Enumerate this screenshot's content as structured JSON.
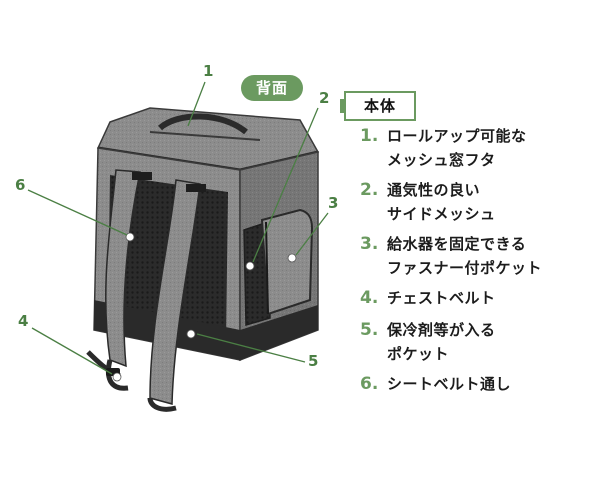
{
  "back_label": "背面",
  "body_heading": "本体",
  "callouts": [
    "1",
    "2",
    "3",
    "4",
    "5",
    "6"
  ],
  "features": [
    {
      "num": "1.",
      "lines": [
        "ロールアップ可能な",
        "メッシュ窓フタ"
      ]
    },
    {
      "num": "2.",
      "lines": [
        "通気性の良い",
        "サイドメッシュ"
      ]
    },
    {
      "num": "3.",
      "lines": [
        "給水器を固定できる",
        "ファスナー付ポケット"
      ]
    },
    {
      "num": "4.",
      "lines": [
        "チェストベルト"
      ]
    },
    {
      "num": "5.",
      "lines": [
        "保冷剤等が入る",
        "ポケット"
      ]
    },
    {
      "num": "6.",
      "lines": [
        "シートベルト通し"
      ]
    }
  ],
  "colors": {
    "accent": "#6b9a60",
    "text": "#1c1c1c",
    "bag_gray": "#8a8a8a",
    "bag_dark": "#2a2a2a"
  }
}
